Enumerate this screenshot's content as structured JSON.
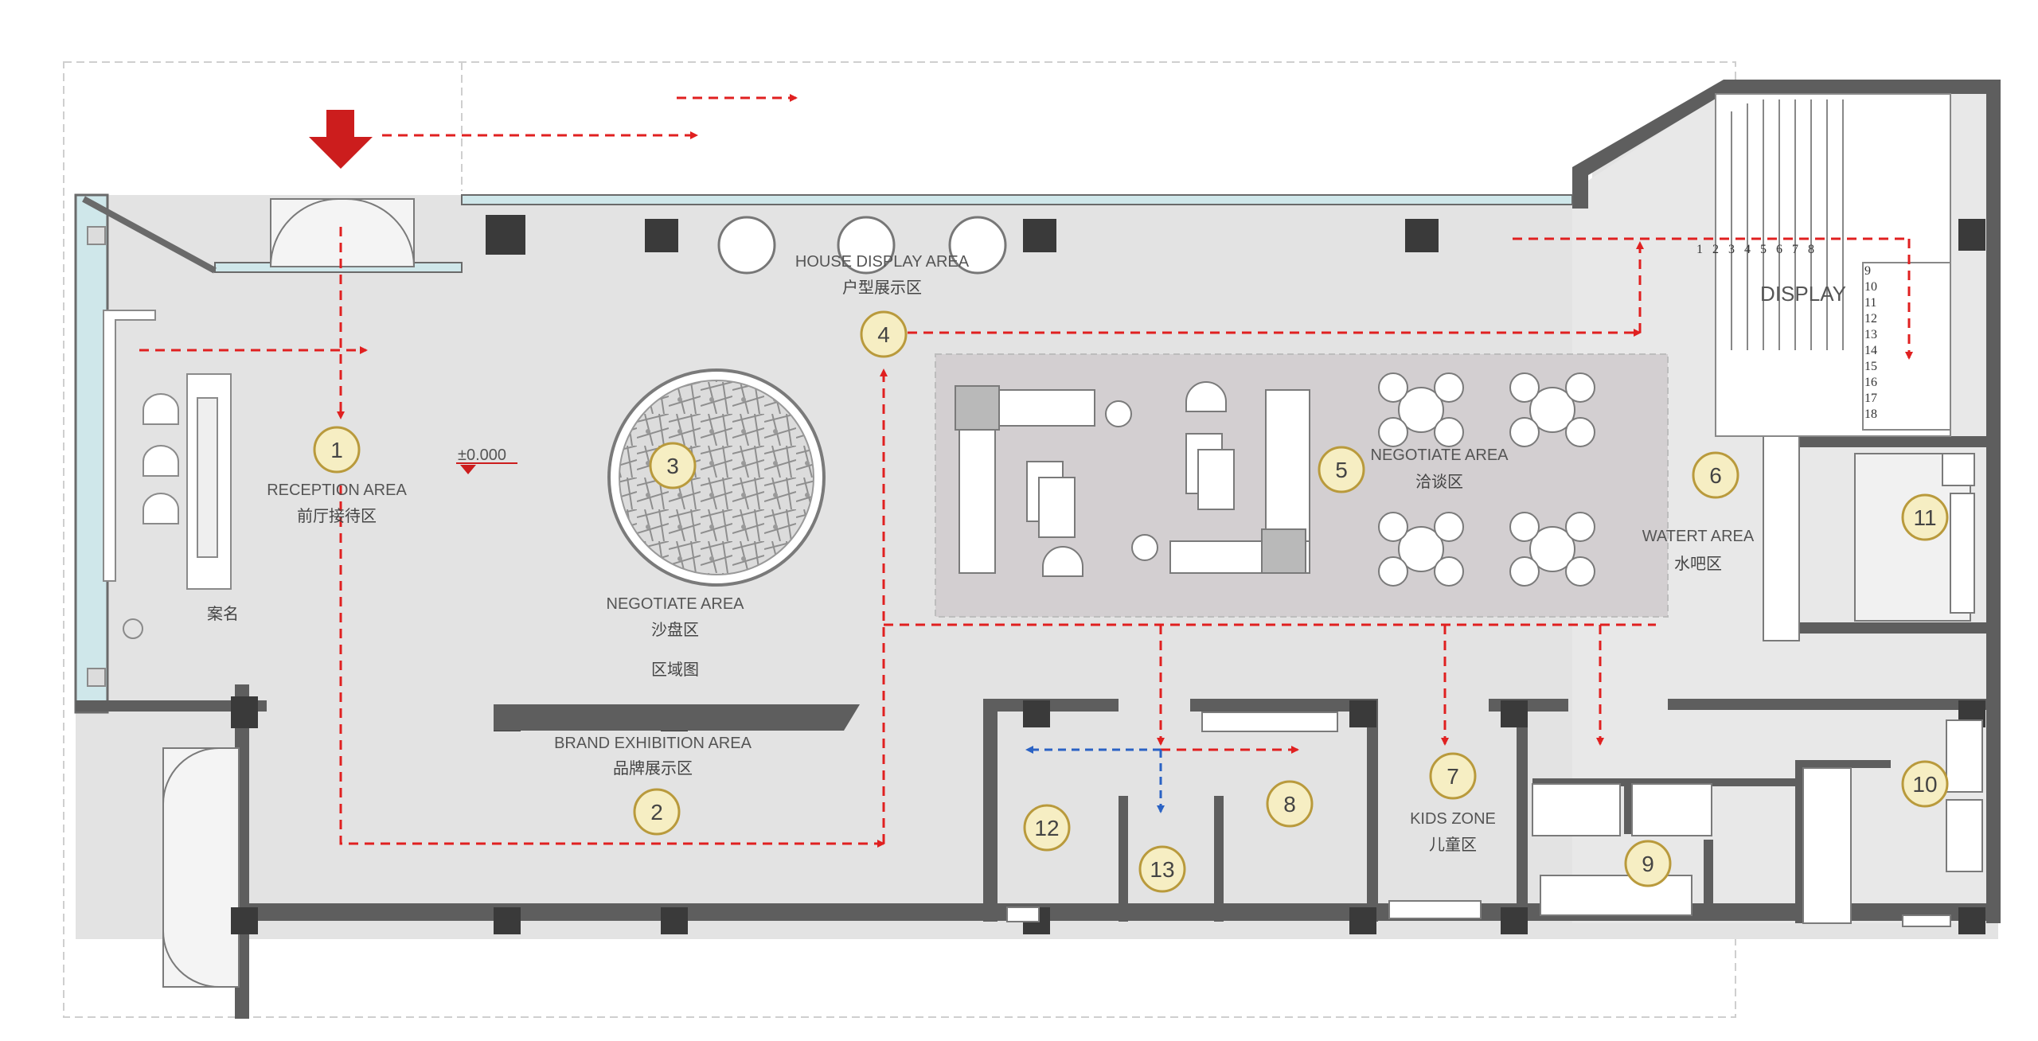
{
  "colors": {
    "floor": "#e3e3e3",
    "wall": "#5e5e5e",
    "column": "#3a3a3a",
    "glass": "#cfe7ea",
    "marker_fill": "#f6eec3",
    "marker_stroke": "#b99a3c",
    "flow_red": "#e02020",
    "flow_blue": "#2a62c4",
    "negotiate_zone": "#d3cfd1"
  },
  "zones": {
    "reception": {
      "num": "1",
      "en": "RECEPTION AREA",
      "cn": "前厅接待区"
    },
    "brand": {
      "num": "2",
      "en": "BRAND EXHIBITION AREA",
      "cn": "品牌展示区"
    },
    "sandtable": {
      "num": "3",
      "en": "NEGOTIATE AREA",
      "cn": "沙盘区",
      "sub": "区域图"
    },
    "house_display": {
      "num": "4",
      "en": "HOUSE DISPLAY AREA",
      "cn": "户型展示区"
    },
    "negotiate": {
      "num": "5",
      "en": "NEGOTIATE AREA",
      "cn": "洽谈区"
    },
    "water_bar": {
      "num": "6",
      "en": "WATERT AREA",
      "cn": "水吧区"
    },
    "kids": {
      "num": "7",
      "en": "KIDS ZONE",
      "cn": "儿童区"
    },
    "room8": {
      "num": "8"
    },
    "room9": {
      "num": "9"
    },
    "room10": {
      "num": "10"
    },
    "room11": {
      "num": "11"
    },
    "room12": {
      "num": "12"
    },
    "room13": {
      "num": "13"
    }
  },
  "labels": {
    "case_name": "案名",
    "elevation": "±0.000",
    "display": "DISPLAY"
  },
  "stairs": {
    "top_steps": [
      "1",
      "2",
      "3",
      "4",
      "5",
      "6",
      "7",
      "8"
    ],
    "side_steps": [
      "9",
      "10",
      "11",
      "12",
      "13",
      "14",
      "15",
      "16",
      "17",
      "18"
    ]
  }
}
